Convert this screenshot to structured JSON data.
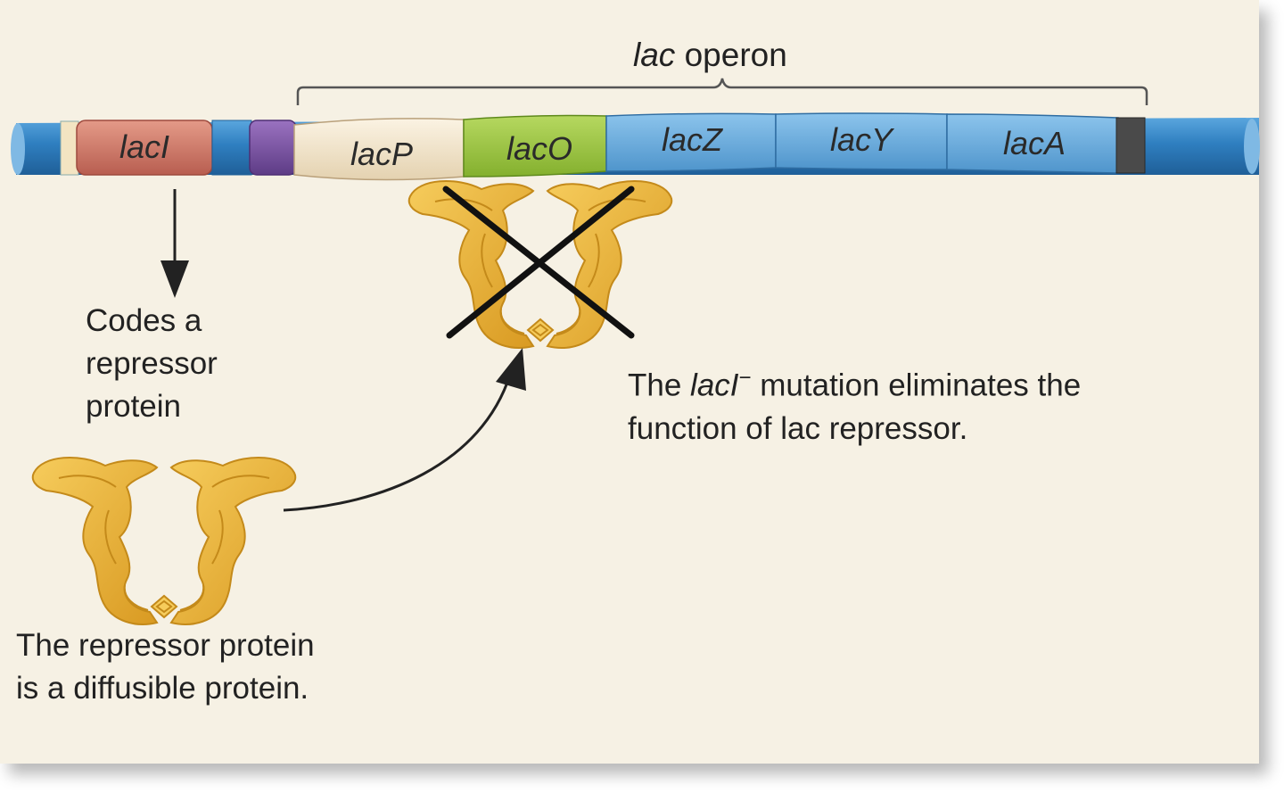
{
  "operon": {
    "label_italic": "lac",
    "label_rest": " operon"
  },
  "genes": {
    "lacI": "lacI",
    "lacP": "lacP",
    "lacO": "lacO",
    "lacZ": "lacZ",
    "lacY": "lacY",
    "lacA": "lacA"
  },
  "codes": {
    "line1": "Codes a",
    "line2": "repressor",
    "line3": "protein"
  },
  "mutation": {
    "prefix": "The ",
    "gene_italic": "lacI",
    "superscript": "−",
    "rest": " mutation eliminates the",
    "line2": "function of lac repressor."
  },
  "repressor": {
    "line1": "The repressor protein",
    "line2": "is a diffusible protein."
  },
  "colors": {
    "panel": "#f6f1e4",
    "dna": "#2f7fc0",
    "lacI": "#cf7a6a",
    "lacP": "#f1e3c8",
    "lacO": "#9cc640",
    "operon_genes": "#6aaee0",
    "spacer": "#7a52a0",
    "terminator": "#4a4a4a",
    "protein": "#e9b23c"
  }
}
